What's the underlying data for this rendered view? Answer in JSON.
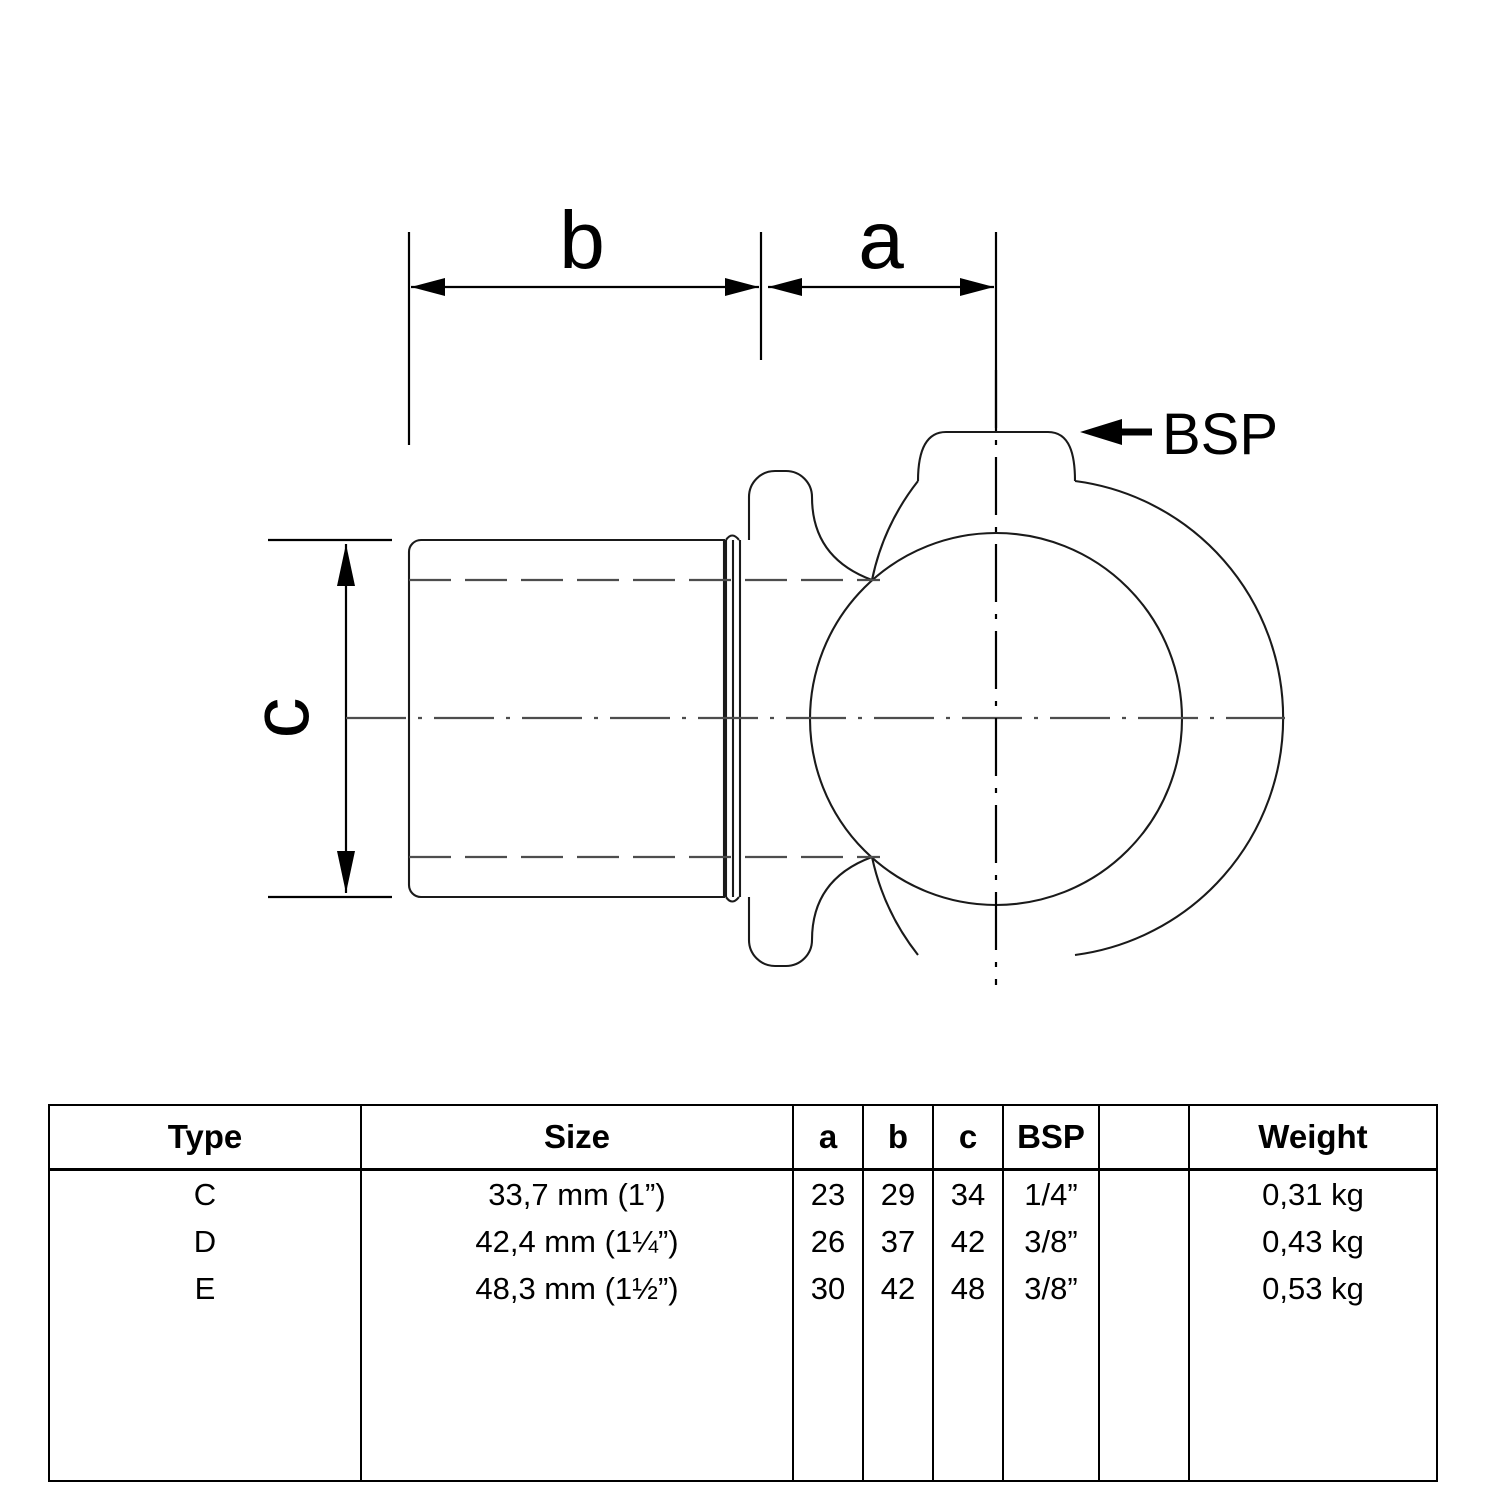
{
  "drawing": {
    "title": "tube-clamp-fitting-technical-drawing",
    "dimension_labels": {
      "a": "a",
      "b": "b",
      "c": "c"
    },
    "callouts": {
      "bsp": "BSP"
    },
    "line_color": "#000000",
    "background_color": "#ffffff"
  },
  "table": {
    "headers": [
      "Type",
      "Size",
      "a",
      "b",
      "c",
      "BSP",
      "",
      "Weight"
    ],
    "rows": [
      {
        "type": "C",
        "size": "33,7 mm (1”)",
        "a": "23",
        "b": "29",
        "c": "34",
        "bsp": "1/4”",
        "blank": "",
        "weight": "0,31 kg"
      },
      {
        "type": "D",
        "size": "42,4 mm (1¼”)",
        "a": "26",
        "b": "37",
        "c": "42",
        "bsp": "3/8”",
        "blank": "",
        "weight": "0,43 kg"
      },
      {
        "type": "E",
        "size": "48,3 mm (1½”)",
        "a": "30",
        "b": "42",
        "c": "48",
        "bsp": "3/8”",
        "blank": "",
        "weight": "0,53 kg"
      }
    ]
  }
}
